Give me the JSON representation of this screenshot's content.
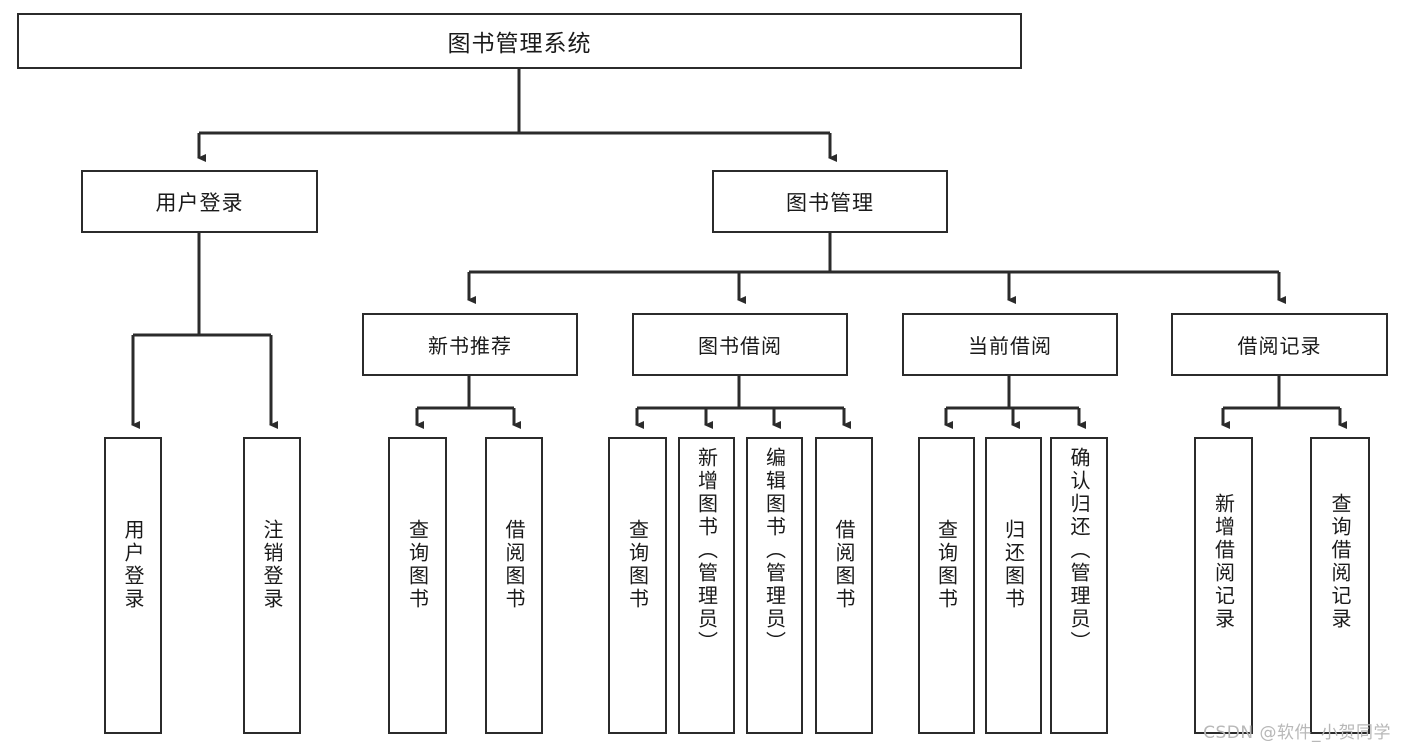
{
  "diagram": {
    "type": "tree",
    "title": "图书管理系统",
    "root": {
      "label": "图书管理系统"
    },
    "level1": [
      {
        "label": "用户登录"
      },
      {
        "label": "图书管理"
      }
    ],
    "level2": [
      {
        "label": "新书推荐"
      },
      {
        "label": "图书借阅"
      },
      {
        "label": "当前借阅"
      },
      {
        "label": "借阅记录"
      }
    ],
    "leaves": {
      "user_login": [
        {
          "label": "用户登录"
        },
        {
          "label": "注销登录"
        }
      ],
      "new_book_recommend": [
        {
          "label": "查询图书"
        },
        {
          "label": "借阅图书"
        }
      ],
      "book_borrow": [
        {
          "label": "查询图书"
        },
        {
          "label": "新增图书（管理员）"
        },
        {
          "label": "编辑图书（管理员）"
        },
        {
          "label": "借阅图书"
        }
      ],
      "current_borrow": [
        {
          "label": "查询图书"
        },
        {
          "label": "归还图书"
        },
        {
          "label": "确认归还（管理员）"
        }
      ],
      "borrow_record": [
        {
          "label": "新增借阅记录"
        },
        {
          "label": "查询借阅记录"
        }
      ]
    },
    "colors": {
      "background": "#ffffff",
      "box_border": "#2b2b2b",
      "box_fill": "#ffffff",
      "connector": "#2b2b2b",
      "text": "#1a1a1a",
      "watermark": "#b8b8b8"
    }
  },
  "watermark": {
    "text": "CSDN @软件_小贺同学"
  }
}
